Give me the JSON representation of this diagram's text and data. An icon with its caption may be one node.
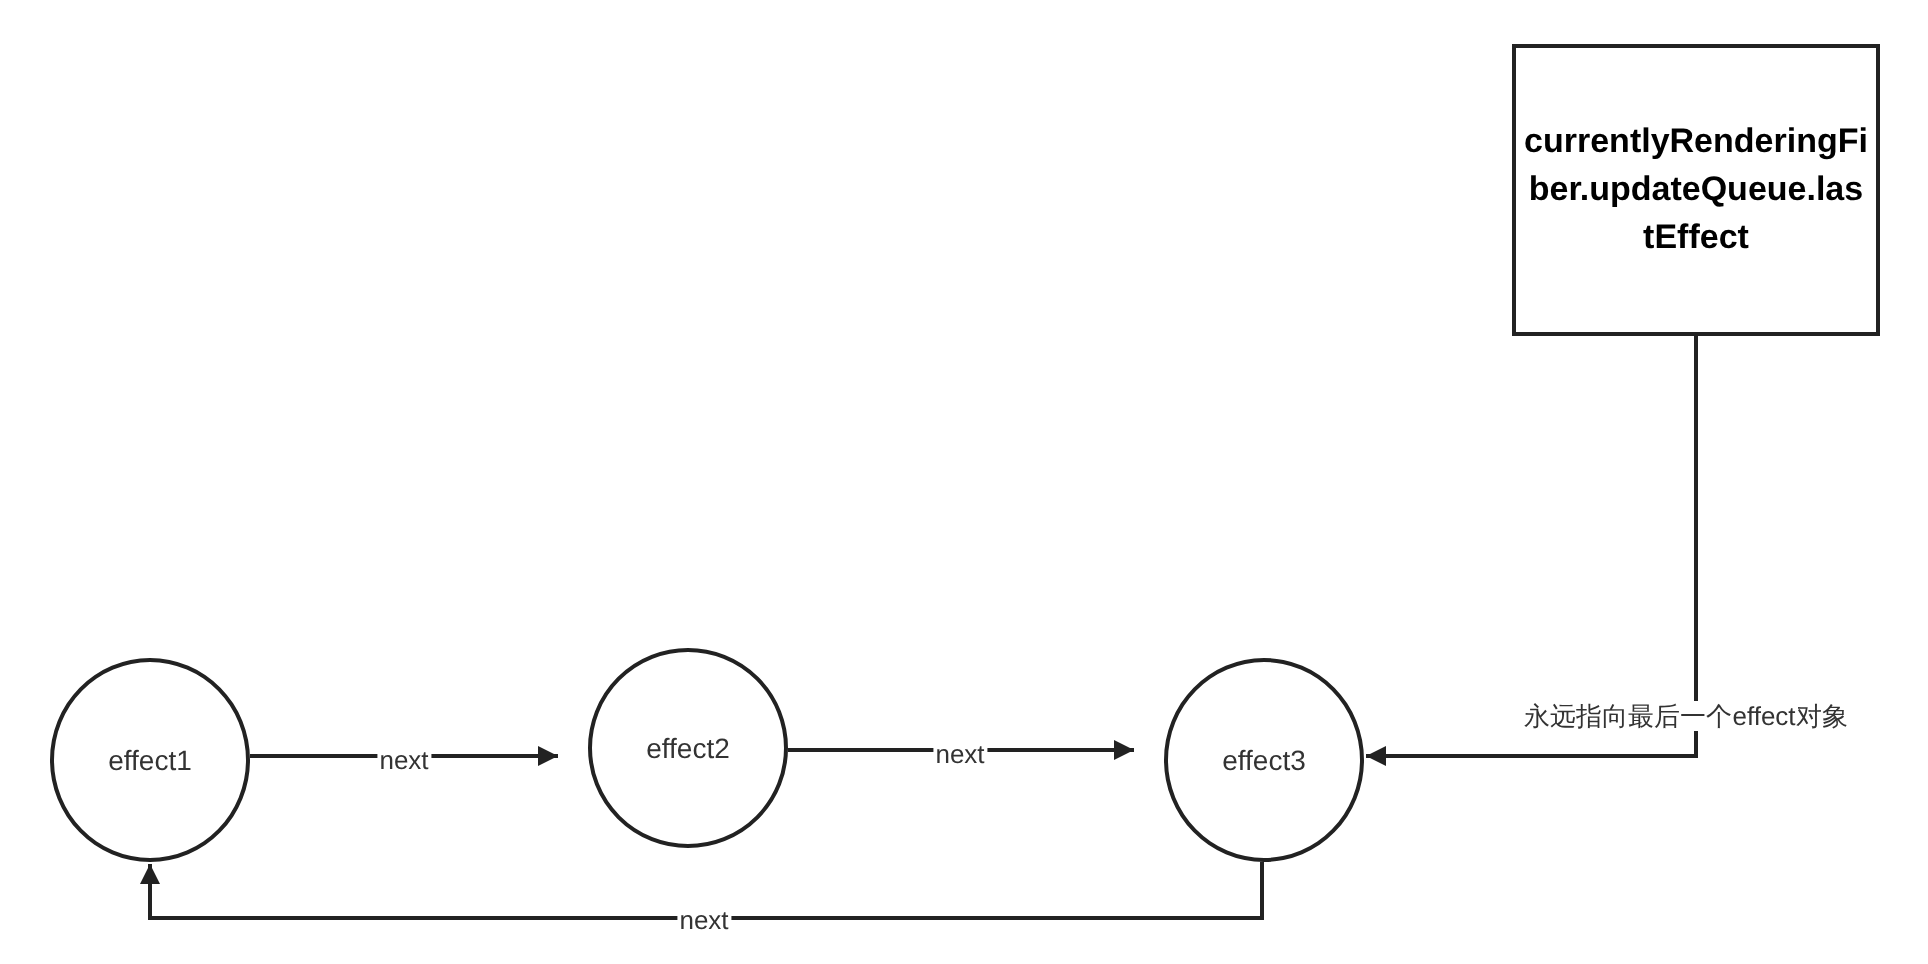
{
  "diagram": {
    "nodes": [
      {
        "text": [
          "currentlyRenderingFiber.updateQueue.lastEffect"
        ]
      },
      {
        "text": [
          "effect1"
        ]
      },
      {
        "text": [
          "effect2"
        ]
      },
      {
        "text": [
          "effect3"
        ]
      }
    ],
    "edges": [
      {
        "from": 1,
        "to": 2,
        "arrow": "to",
        "label": "next"
      },
      {
        "from": 2,
        "to": 3,
        "arrow": "to",
        "label": "next"
      },
      {
        "from": 3,
        "to": 1,
        "arrow": "to",
        "label": "next"
      },
      {
        "from": 0,
        "to": 3,
        "arrow": "to",
        "label": "永远指向最后一个effect对象"
      }
    ]
  }
}
